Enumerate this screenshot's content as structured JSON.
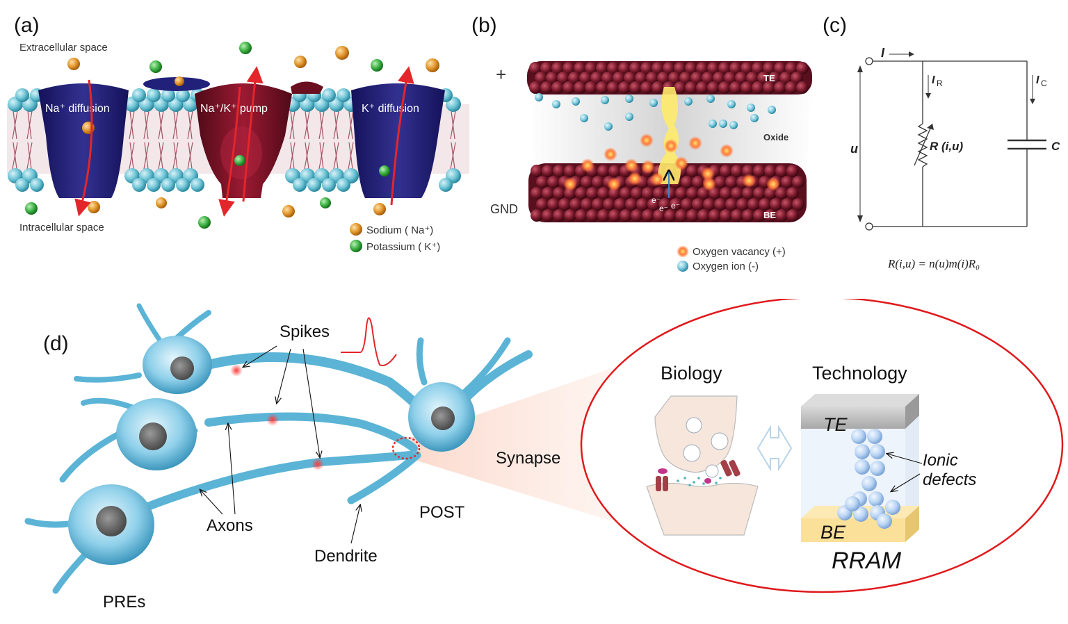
{
  "panels": {
    "a": {
      "label": "(a)",
      "extracellular": "Extracellular space",
      "intracellular": "Intracellular space",
      "na_diffusion": "Na⁺ diffusion",
      "pump": "Na⁺/K⁺ pump",
      "k_diffusion": "K⁺ diffusion",
      "legend_sodium": "Sodium ( Na⁺)",
      "legend_potassium": "Potassium ( K⁺)"
    },
    "b": {
      "label": "(b)",
      "plus": "+",
      "gnd": "GND",
      "te": "TE",
      "be": "BE",
      "oxide": "Oxide",
      "electron": "e⁻",
      "legend_vacancy": "Oxygen vacancy (+)",
      "legend_ion": "Oxygen ion (-)"
    },
    "c": {
      "label": "(c)",
      "i_main": "I",
      "i_r": "I",
      "i_r_sub": "R",
      "i_c": "I",
      "i_c_sub": "C",
      "u": "u",
      "r_label": "R (i,u)",
      "c_label": "C",
      "equation": "R(i,u) = n(u)m(i)R₀"
    },
    "d": {
      "label": "(d)",
      "spikes": "Spikes",
      "synapse": "Synapse",
      "axons": "Axons",
      "dendrite": "Dendrite",
      "post": "POST",
      "pres": "PREs",
      "biology": "Biology",
      "technology": "Technology",
      "te": "TE",
      "be": "BE",
      "ionic": "Ionic",
      "defects": "defects",
      "rram": "RRAM"
    }
  },
  "colors": {
    "sodium": "#e0952a",
    "potassium": "#3cb043",
    "membrane": "#6cc3d5",
    "channel": "#22217a",
    "pump": "#7a1228",
    "electrode": "#7a1a2c",
    "arrow_red": "#e3262b",
    "neuron": "#5bb4d6",
    "ellipse": "#e0191c"
  }
}
